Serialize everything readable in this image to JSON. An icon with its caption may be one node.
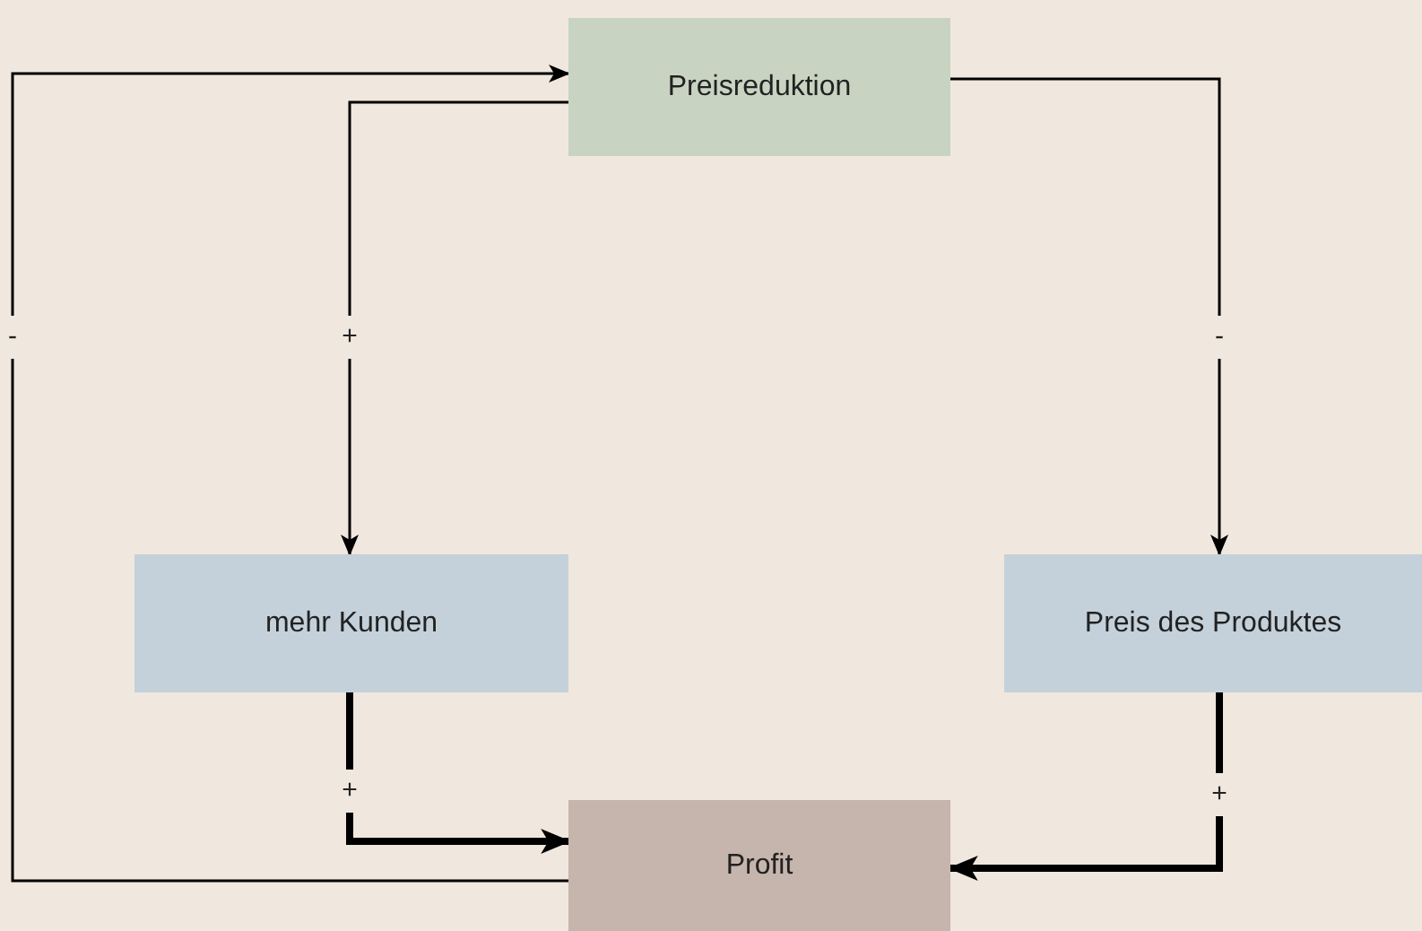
{
  "diagram": {
    "nodes": [
      {
        "text": [
          "Preisreduktion"
        ]
      },
      {
        "text": [
          "mehr Kunden"
        ]
      },
      {
        "text": [
          "Preis des Produktes"
        ]
      },
      {
        "text": [
          "Profit"
        ]
      }
    ],
    "edges": [
      {
        "from": 0,
        "to": 1,
        "arrow": "to",
        "label": "+"
      },
      {
        "from": 0,
        "to": 2,
        "arrow": "to",
        "label": "-"
      },
      {
        "from": 1,
        "to": 3,
        "arrow": "to",
        "label": "+",
        "style": "thick"
      },
      {
        "from": 2,
        "to": 3,
        "arrow": "to",
        "label": "+",
        "style": "thick"
      },
      {
        "from": 3,
        "to": 0,
        "arrow": "to",
        "label": "-"
      }
    ]
  }
}
